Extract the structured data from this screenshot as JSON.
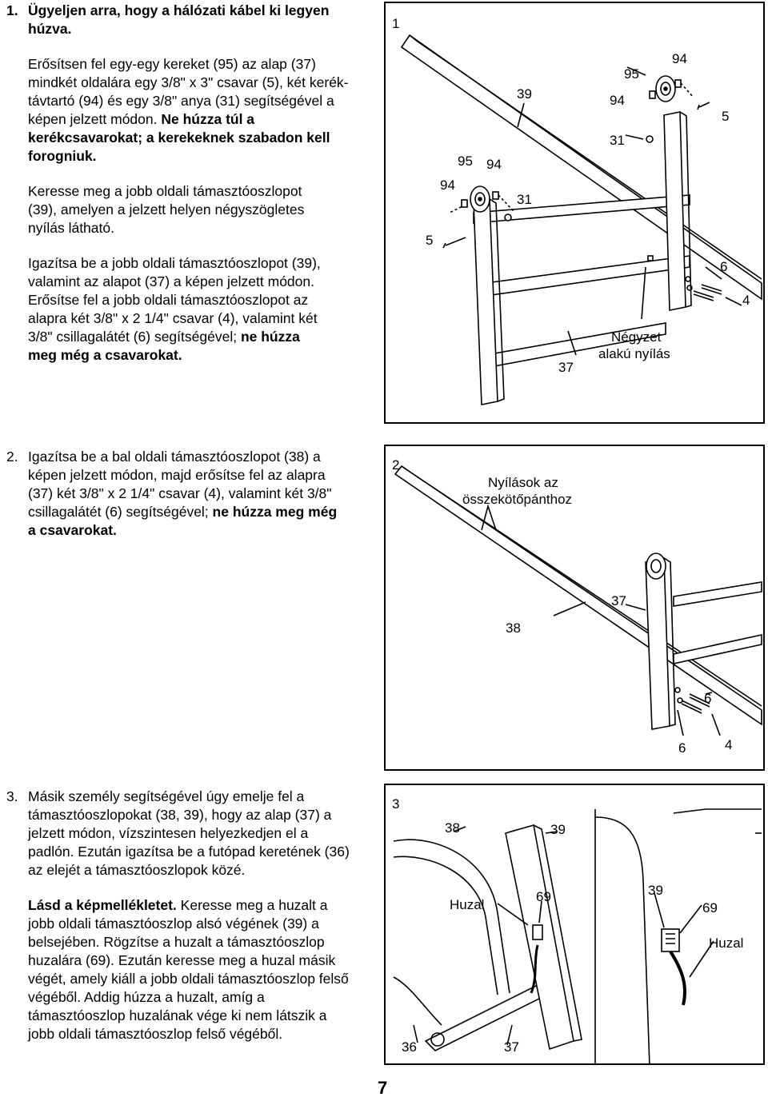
{
  "step1": {
    "number": "1.",
    "heading": "Ügyeljen arra, hogy a hálózati kábel ki legyen húzva.",
    "para1_regular": "Erősítsen fel egy-egy kereket (95) az alap (37) mindkét oldalára egy 3/8\" x 3\" csavar (5), két kerék-távtartó (94) és egy 3/8\" anya (31) segítségével a képen jelzett módon. ",
    "para1_bold": "Ne húzza túl a kerékcsavarokat; a kerekeknek szabadon kell forogniuk.",
    "para2": "Keresse meg a jobb oldali támasztóoszlopot (39), amelyen a jelzett helyen négyszögletes nyílás látható.",
    "para3_regular": "Igazítsa be a jobb oldali támasztóoszlopot (39), valamint az alapot (37) a képen jelzett módon. Erősítse fel a jobb oldali támasztóoszlopot az alapra két 3/8\" x 2 1/4\" csavar (4), valamint két 3/8\" csillagalátét (6) segítségével; ",
    "para3_bold": "ne húzza meg még a csavarokat."
  },
  "step2": {
    "number": "2.",
    "para_regular": "Igazítsa be a bal oldali támasztóoszlopot (38) a képen jelzett módon, majd erősítse fel az alapra (37) két 3/8\" x 2 1/4\" csavar (4), valamint két 3/8\" csillagalátét (6) segítségével; ",
    "para_bold": "ne húzza meg még a csavarokat."
  },
  "step3": {
    "number": "3.",
    "para1": "Másik személy segítségével úgy emelje fel a támasztóoszlopokat (38, 39), hogy az alap (37) a jelzett módon, vízszintesen helyezkedjen el a padlón. Ezután igazítsa be a futópad keretének (36) az elejét a támasztóoszlopok közé.",
    "para2_bold": "Lásd a képmellékletet.",
    "para2_regular": " Keresse meg a huzalt a jobb oldali támasztóoszlop alsó végének (39) a belsejében. Rögzítse a huzalt a támasztóoszlop huzalára (69). Ezután keresse meg a huzal másik végét, amely kiáll a jobb oldali támasztóoszlop felső végéből. Addig húzza a huzalt, amíg a támasztóoszlop huzalának vége ki nem látszik a jobb oldali támasztóoszlop felső végéből."
  },
  "figure1": {
    "number": "1",
    "labels": [
      "95",
      "94",
      "39",
      "94",
      "5",
      "31",
      "95",
      "94",
      "94",
      "31",
      "5",
      "6",
      "4",
      "37",
      "Négyzet",
      "alakú nyílás"
    ]
  },
  "figure2": {
    "number": "2",
    "labels": [
      "Nyílások az",
      "összekötőpánthoz",
      "37",
      "38",
      "6",
      "6",
      "4"
    ]
  },
  "figure3": {
    "number": "3",
    "labels": [
      "38",
      "39",
      "Huzal",
      "69",
      "39",
      "69",
      "Huzal",
      "36",
      "37"
    ]
  },
  "page_number": "7"
}
